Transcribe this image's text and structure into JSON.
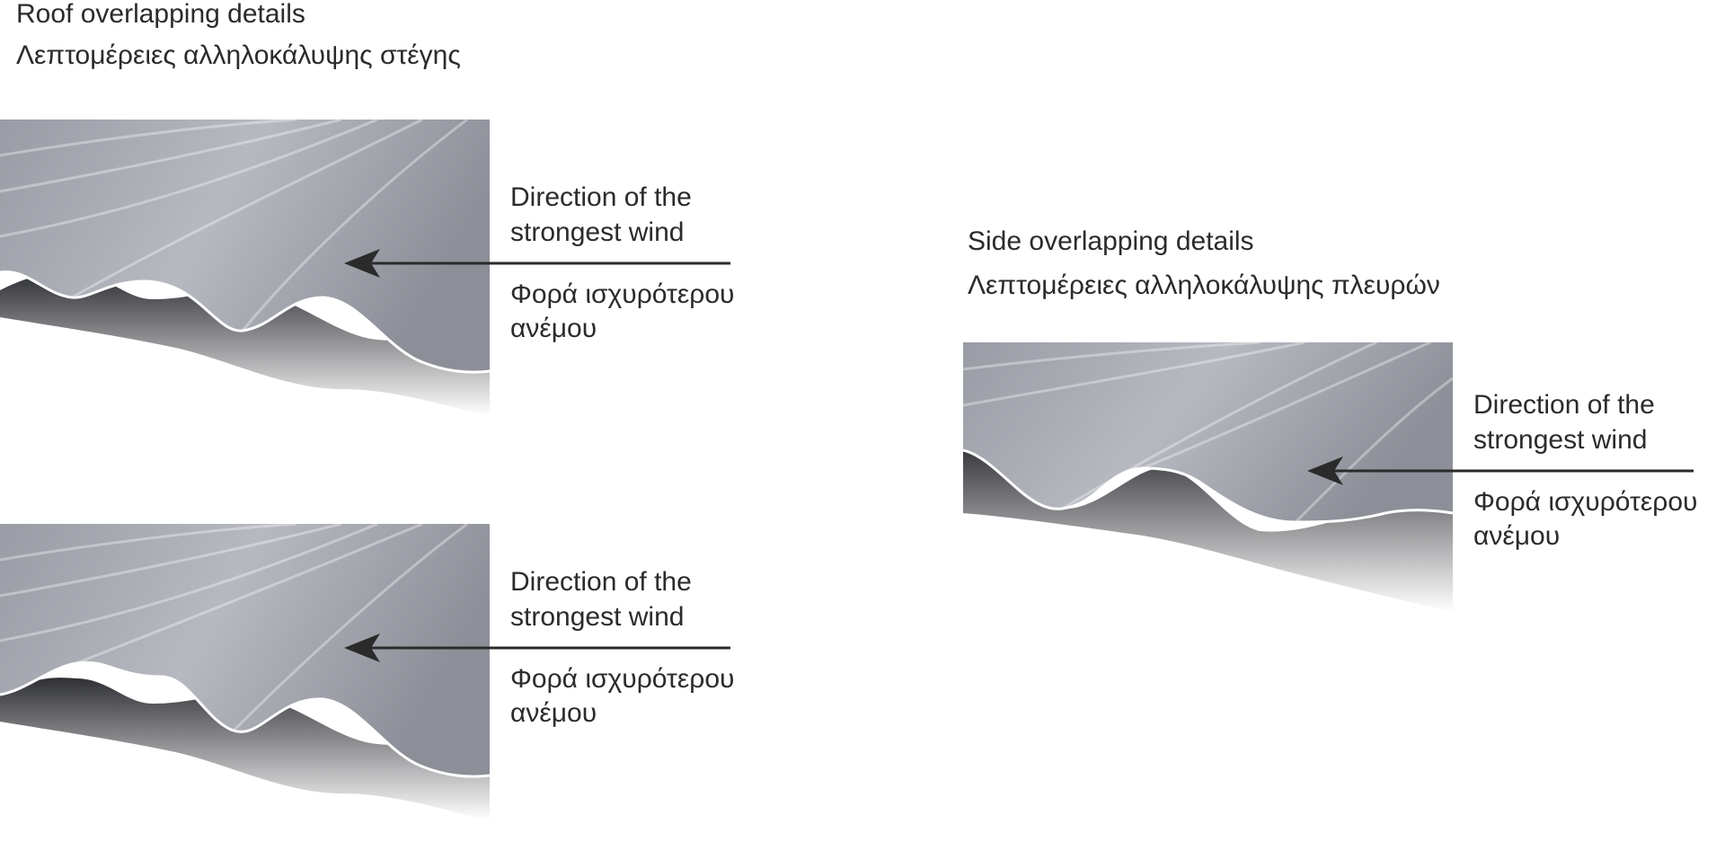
{
  "roof_section": {
    "title_en": "Roof overlapping details",
    "title_el": "Λεπτομέρειες  αλληλοκάλυψης στέγης"
  },
  "side_section": {
    "title_en": "Side overlapping details",
    "title_el": "Λεπτομέρειες  αλληλοκάλυψης πλευρών"
  },
  "wind_label": {
    "en_line1": "Direction of the",
    "en_line2": "strongest wind",
    "el_line1": "Φορά ισχυρότερου",
    "el_line2": "ανέμου"
  },
  "colors": {
    "text": "#2b2b2b",
    "metal_light": "#aeb0b8",
    "metal_dark": "#5c5e66",
    "shadow": "#3a3b40",
    "arrow": "#2b2b2b"
  }
}
